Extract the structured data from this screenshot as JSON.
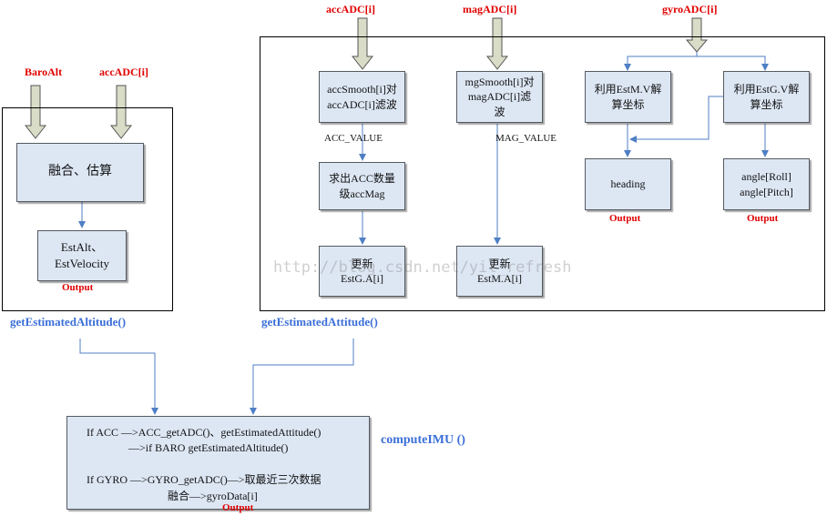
{
  "inputs": {
    "baro_alt": "BaroAlt",
    "acc_adc_left": "accADC[i]",
    "acc_adc_top": "accADC[i]",
    "mag_adc": "magADC[i]",
    "gyro_adc": "gyroADC[i]"
  },
  "altitude": {
    "fuse_box": "融合、估算",
    "est_box": "EstAlt、\nEstVelocity",
    "output_label": "Output",
    "function_label": "getEstimatedAltitude()"
  },
  "attitude": {
    "acc_smooth_box": "accSmooth[i]对\naccADC[i]滤波",
    "acc_value_label": "ACC_VALUE",
    "acc_mag_box": "求出ACC数量\n级accMag",
    "update_g_box": "更新\nEstG.A[i]",
    "mag_smooth_box": "mgSmooth[i]对\nmagADC[i]滤\n波",
    "mag_value_label": "MAG_VALUE",
    "update_m_box": "更新\nEstM.A[i]",
    "estm_box": "利用EstM.V解\n算坐标",
    "estg_box": "利用EstG.V解\n算坐标",
    "heading_box": "heading",
    "heading_output": "Output",
    "angle_box": "angle[Roll]\nangle[Pitch]",
    "angle_output": "Output",
    "function_label": "getEstimatedAttitude()"
  },
  "imu": {
    "line1": "If ACC  —>ACC_getADC()、getEstimatedAttitude()",
    "line2": "—>if BARO  getEstimatedAltitude()",
    "line3": "If GYRO —>GYRO_getADC()—>取最近三次数据",
    "line4": "融合—>gyroData[i]",
    "output_label": "Output",
    "function_label": "computeIMU ()"
  },
  "watermark": "http://blog.csdn.net/yil_refresh",
  "colors": {
    "box_fill": "#dde7f4",
    "flow_arrow": "#4f7fc4",
    "input_arrow_fill": "#d9dcc6",
    "label_red": "#e00000",
    "label_blue": "#3a6fd8"
  }
}
